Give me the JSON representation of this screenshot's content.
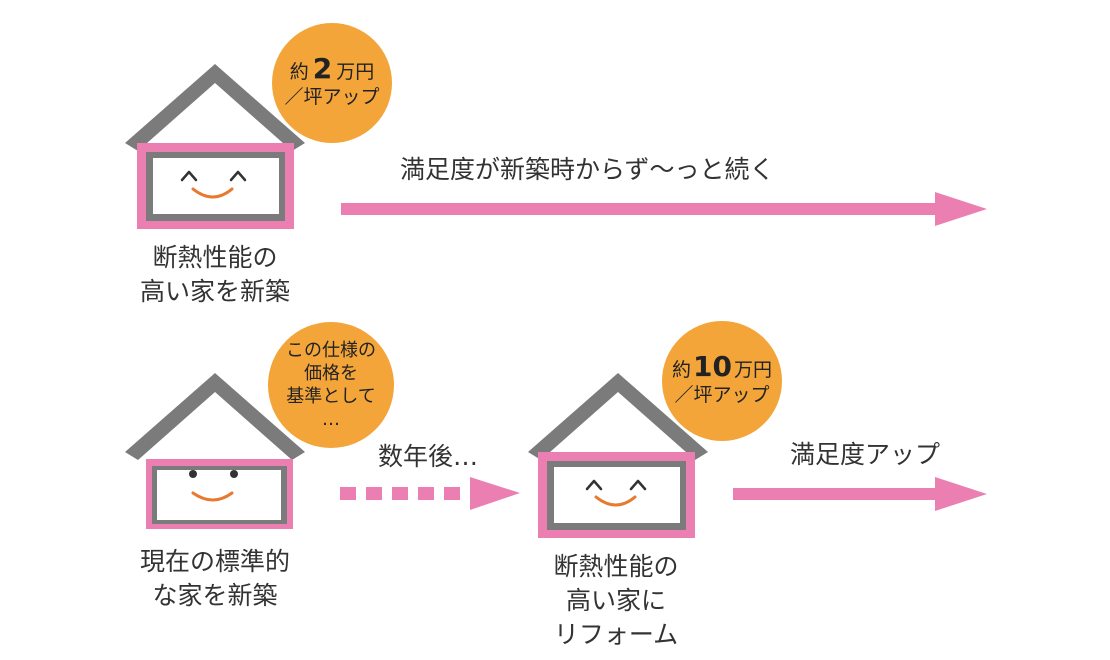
{
  "colors": {
    "roof": "#7b7b7c",
    "pink": "#ec7fb1",
    "orange": "#f3a53a",
    "smile": "#e8792f",
    "text": "#333333"
  },
  "top": {
    "badge": {
      "prefix": "約",
      "number": "2",
      "unit": "万円",
      "line2": "／坪アップ"
    },
    "house_label": [
      "断熱性能の",
      "高い家を新築"
    ],
    "arrow_label": "満足度が新築時からず〜っと続く"
  },
  "bottom_left": {
    "badge": [
      "この仕様の",
      "価格を",
      "基準として",
      "…"
    ],
    "house_label": [
      "現在の標準的",
      "な家を新築"
    ],
    "dotted_label": "数年後…"
  },
  "bottom_right": {
    "badge": {
      "prefix": "約",
      "number": "10",
      "unit": "万円",
      "line2": "／坪アップ"
    },
    "house_label": [
      "断熱性能の",
      "高い家に",
      "リフォーム"
    ],
    "arrow_label": "満足度アップ"
  }
}
